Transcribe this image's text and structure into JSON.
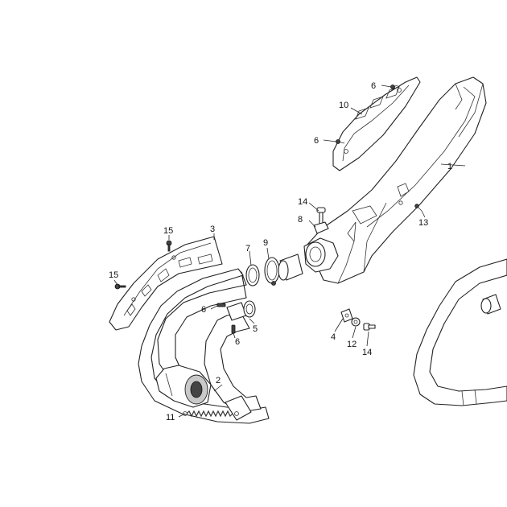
{
  "callouts": [
    {
      "id": "c1",
      "text": "1"
    },
    {
      "id": "c2",
      "text": "2"
    },
    {
      "id": "c3",
      "text": "3"
    },
    {
      "id": "c4",
      "text": "4"
    },
    {
      "id": "c5",
      "text": "5"
    },
    {
      "id": "c6a",
      "text": "6"
    },
    {
      "id": "c6b",
      "text": "6"
    },
    {
      "id": "c6c",
      "text": "6"
    },
    {
      "id": "c6d",
      "text": "6"
    },
    {
      "id": "c7",
      "text": "7"
    },
    {
      "id": "c8",
      "text": "8"
    },
    {
      "id": "c9",
      "text": "9"
    },
    {
      "id": "c10",
      "text": "10"
    },
    {
      "id": "c11",
      "text": "11"
    },
    {
      "id": "c12",
      "text": "12"
    },
    {
      "id": "c13",
      "text": "13"
    },
    {
      "id": "c14a",
      "text": "14"
    },
    {
      "id": "c14b",
      "text": "14"
    },
    {
      "id": "c15a",
      "text": "15"
    },
    {
      "id": "c15b",
      "text": "15"
    }
  ]
}
